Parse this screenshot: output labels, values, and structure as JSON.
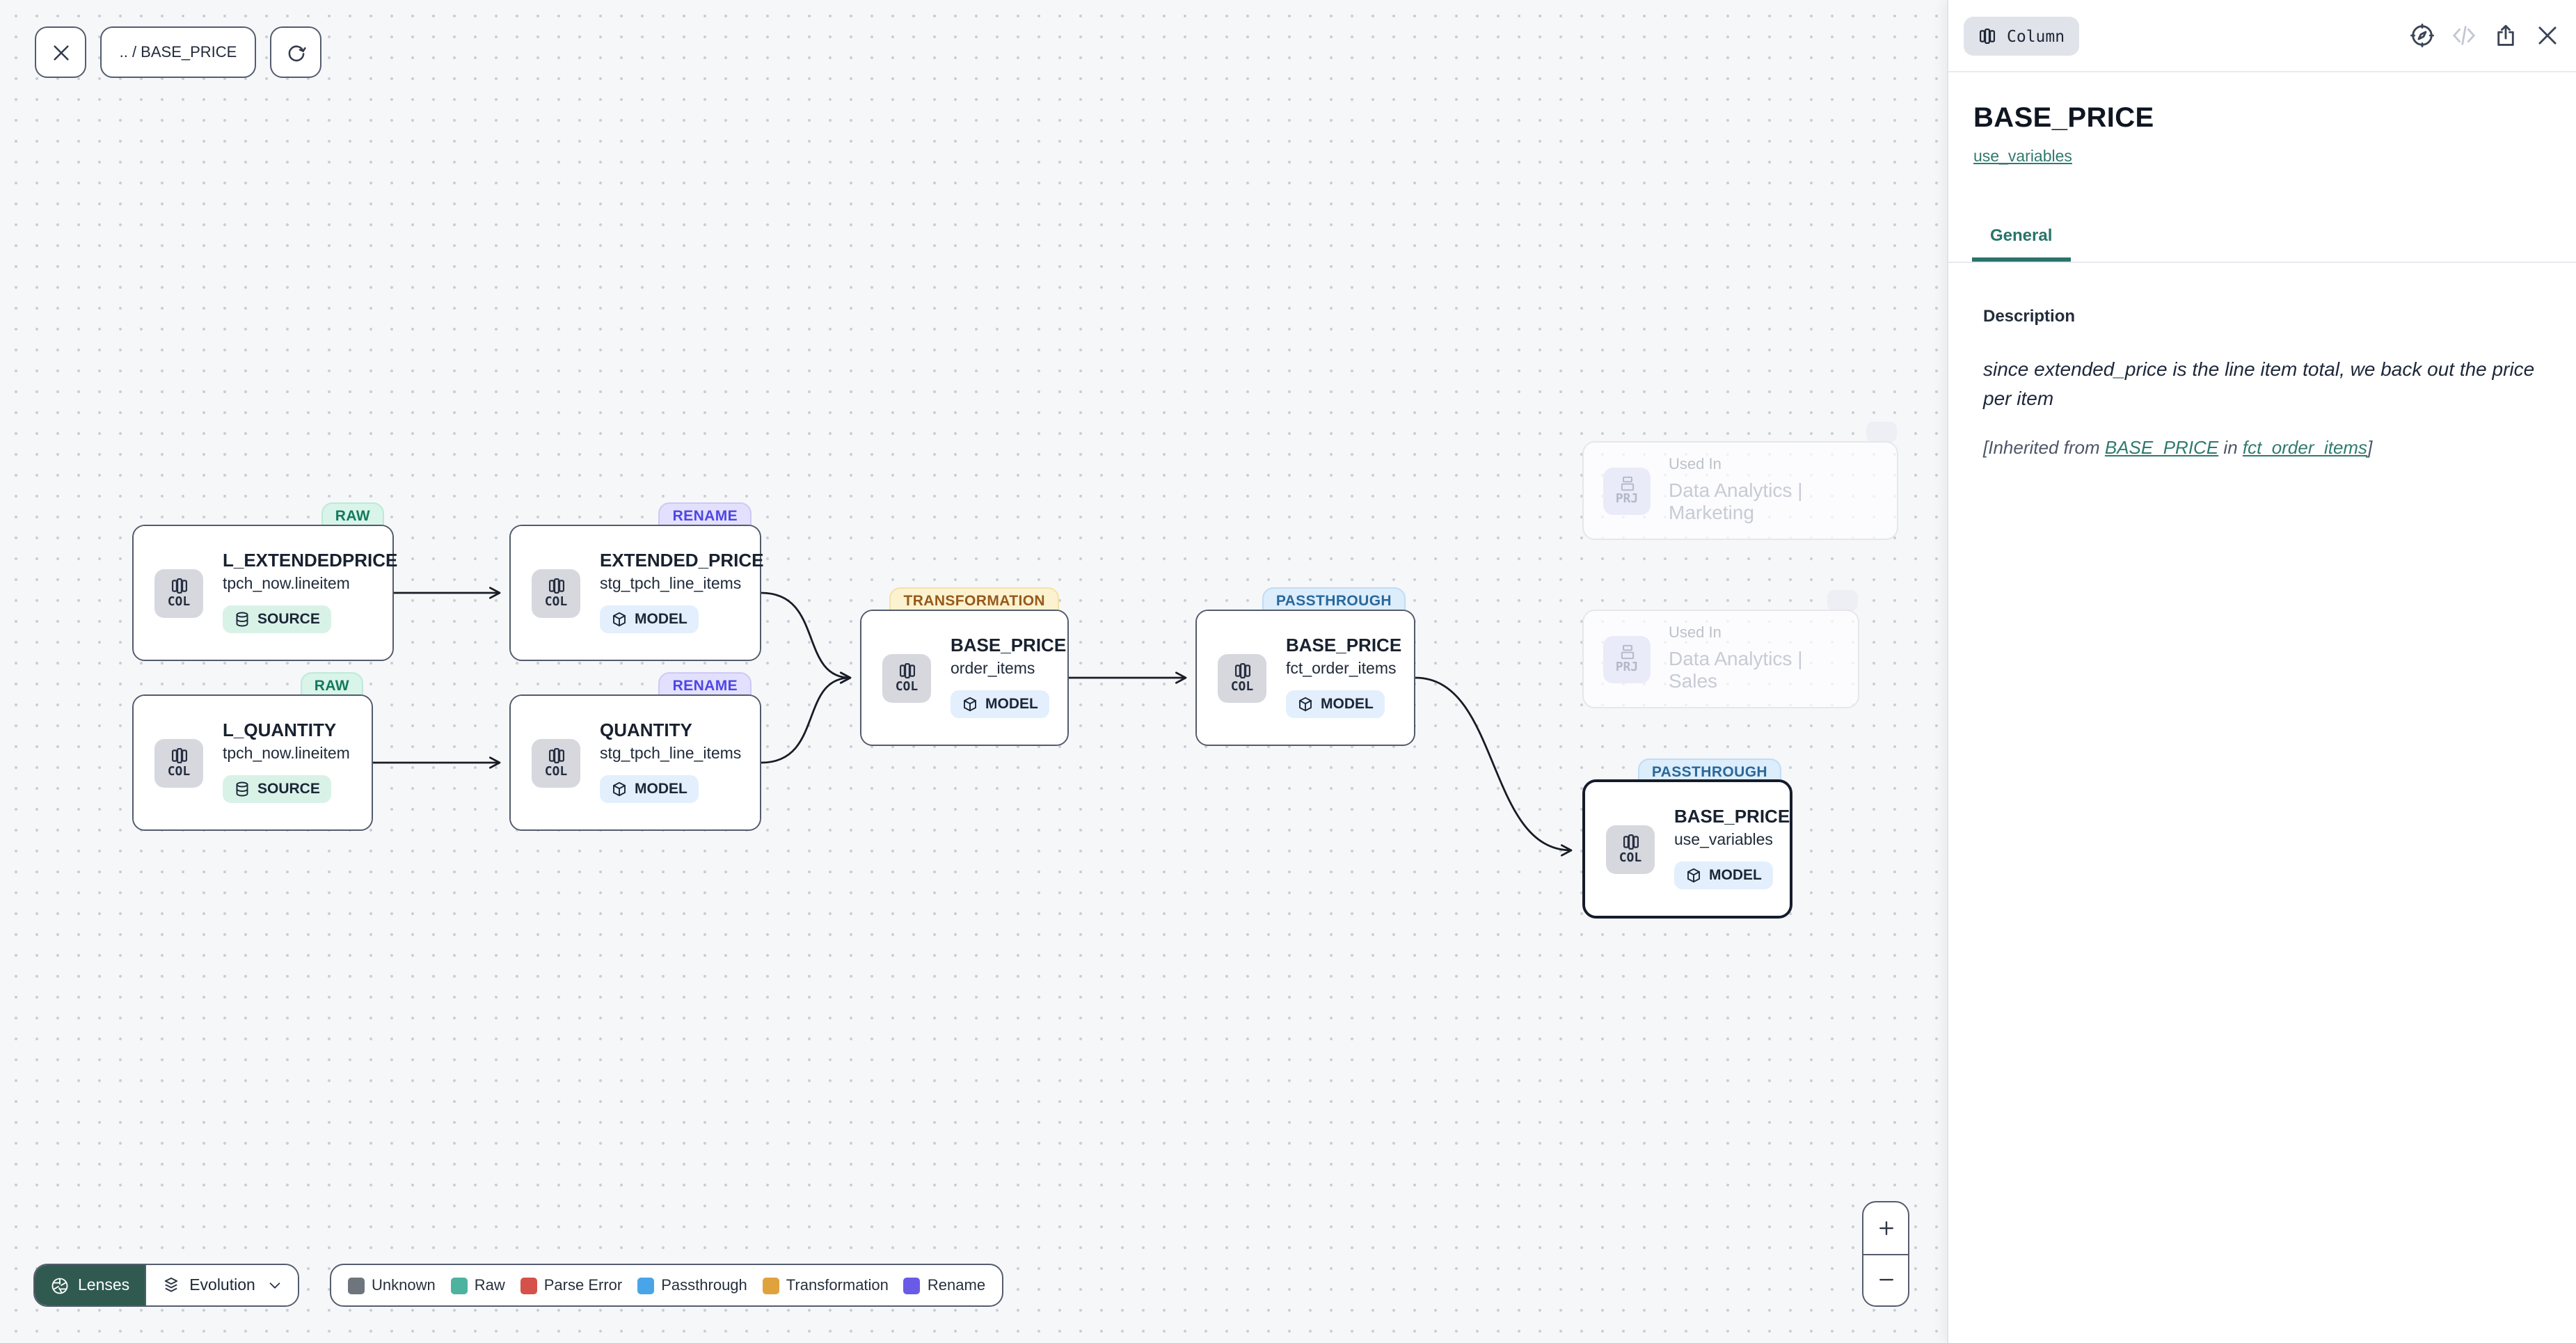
{
  "toolbar": {
    "breadcrumb": ".. / BASE_PRICE"
  },
  "canvas": {
    "nodes": [
      {
        "badge": "RAW",
        "title": "L_EXTENDEDPRICE",
        "subtitle": "tpch_now.lineitem",
        "type_label": "COL",
        "kind": "SOURCE"
      },
      {
        "badge": "RENAME",
        "title": "EXTENDED_PRICE",
        "subtitle": "stg_tpch_line_items",
        "type_label": "COL",
        "kind": "MODEL"
      },
      {
        "badge": "RAW",
        "title": "L_QUANTITY",
        "subtitle": "tpch_now.lineitem",
        "type_label": "COL",
        "kind": "SOURCE"
      },
      {
        "badge": "RENAME",
        "title": "QUANTITY",
        "subtitle": "stg_tpch_line_items",
        "type_label": "COL",
        "kind": "MODEL"
      },
      {
        "badge": "TRANSFORMATION",
        "title": "BASE_PRICE",
        "subtitle": "order_items",
        "type_label": "COL",
        "kind": "MODEL"
      },
      {
        "badge": "PASSTHROUGH",
        "title": "BASE_PRICE",
        "subtitle": "fct_order_items",
        "type_label": "COL",
        "kind": "MODEL"
      },
      {
        "badge": "PASSTHROUGH",
        "title": "BASE_PRICE",
        "subtitle": "use_variables",
        "type_label": "COL",
        "kind": "MODEL"
      }
    ],
    "ghost_nodes": [
      {
        "type_label": "PRJ",
        "label": "Used In",
        "title": "Data Analytics | Marketing"
      },
      {
        "type_label": "PRJ",
        "label": "Used In",
        "title": "Data Analytics | Sales"
      }
    ]
  },
  "bottom_bar": {
    "lenses_label": "Lenses",
    "lens_selected": "Evolution",
    "legend": [
      {
        "label": "Unknown",
        "color": "#6f757d"
      },
      {
        "label": "Raw",
        "color": "#4db39e"
      },
      {
        "label": "Parse Error",
        "color": "#d5524a"
      },
      {
        "label": "Passthrough",
        "color": "#4aa5e8"
      },
      {
        "label": "Transformation",
        "color": "#e0a23c"
      },
      {
        "label": "Rename",
        "color": "#6a5ae8"
      }
    ]
  },
  "panel": {
    "type_badge": "Column",
    "title": "BASE_PRICE",
    "model_link": "use_variables",
    "tabs": [
      {
        "label": "General"
      }
    ],
    "section": {
      "heading": "Description",
      "body": "since extended_price is the line item total, we back out the price per item",
      "inherited": {
        "prefix": "[Inherited from ",
        "link1": "BASE_PRICE",
        "middle": " in ",
        "link2": "fct_order_items",
        "suffix": "]"
      }
    }
  }
}
